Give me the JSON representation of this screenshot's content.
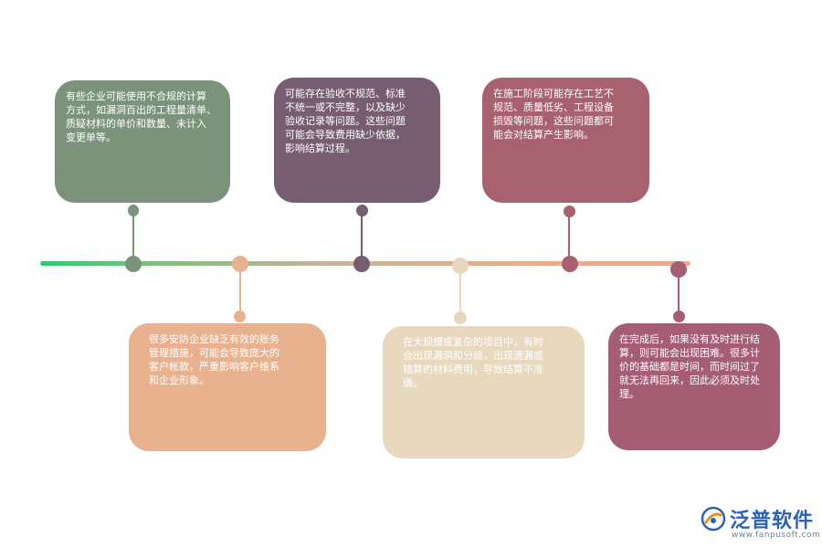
{
  "items": [
    {
      "text": "有些企业可能使用不合规的计算\n方式，如漏洞百出的工程量清单、\n质疑材料的单价和数量、未计入\n变更单等。",
      "color": "#7a937a"
    },
    {
      "text": "很多安防企业缺乏有效的账务\n管理措施，可能会导致庞大的\n客户帐款，严重影响客户维系\n和企业形象。",
      "color": "#e8b28e"
    },
    {
      "text": "可能存在验收不规范、标准\n不统一或不完整，以及缺少\n验收记录等问题。这些问题\n可能会导致费用缺少依据，\n影响结算过程。",
      "color": "#765d71"
    },
    {
      "text": "在大规模或复杂的项目中，有时\n会出现漏洞和分歧，出现遗漏或\n错算的材料费用，导致结算不准\n确。",
      "color": "#e8d8bd"
    },
    {
      "text": "在施工阶段可能存在工艺不\n规范、质量低劣、工程设备\n损毁等问题，这些问题都可\n能会对结算产生影响。",
      "color": "#a8626f"
    },
    {
      "text": "在完成后，如果没有及时进行结\n算，则可能会出现困难。很多计\n价的基础都是时间，而时间过了\n就无法再回来，因此必须及时处\n理。",
      "color": "#a45d72"
    }
  ],
  "logo": {
    "name": "泛普软件",
    "url": "www.fanpusoft.com",
    "color": "#2a63b6"
  }
}
